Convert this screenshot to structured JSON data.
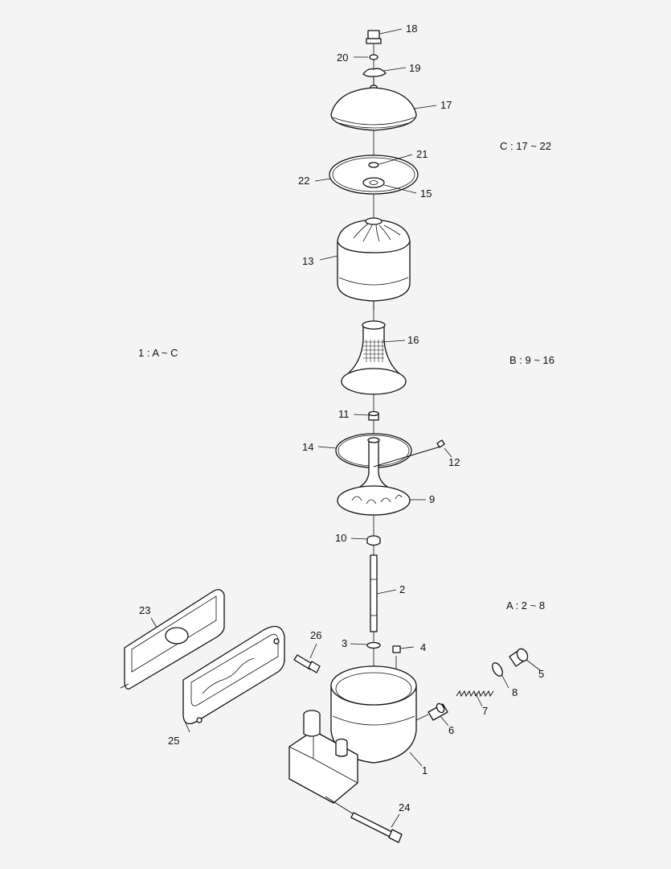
{
  "groups": {
    "all": "1 : A ~ C",
    "a": "A : 2 ~ 8",
    "b": "B : 9 ~ 16",
    "c": "C : 17 ~ 22"
  },
  "callouts": {
    "p1": "1",
    "p2": "2",
    "p3": "3",
    "p4": "4",
    "p5": "5",
    "p6": "6",
    "p7": "7",
    "p8": "8",
    "p9": "9",
    "p10": "10",
    "p11": "11",
    "p12": "12",
    "p13": "13",
    "p14": "14",
    "p15": "15",
    "p16": "16",
    "p17": "17",
    "p18": "18",
    "p19": "19",
    "p20": "20",
    "p21": "21",
    "p22": "22",
    "p23": "23",
    "p24": "24",
    "p25": "25",
    "p26": "26"
  }
}
